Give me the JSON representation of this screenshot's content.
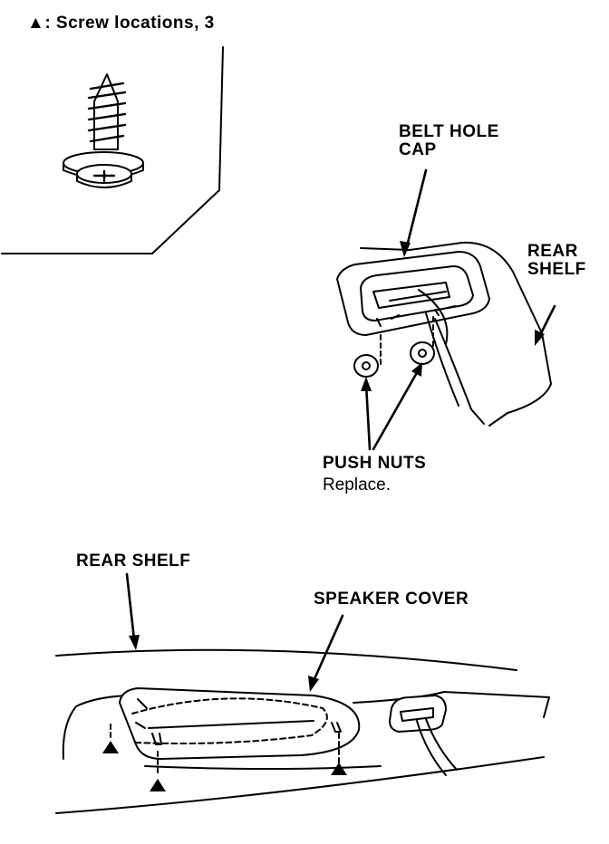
{
  "legend": {
    "symbol": "▲",
    "text": ": Screw locations, 3"
  },
  "callouts": {
    "belt_hole_cap": [
      "BELT HOLE",
      "CAP"
    ],
    "rear_shelf_right": [
      "REAR",
      "SHELF"
    ],
    "push_nuts": "PUSH NUTS",
    "push_nuts_note": "Replace.",
    "rear_shelf_bottom": "REAR SHELF",
    "speaker_cover": "SPEAKER COVER"
  },
  "colors": {
    "ink": "#000000",
    "paper": "#ffffff"
  }
}
